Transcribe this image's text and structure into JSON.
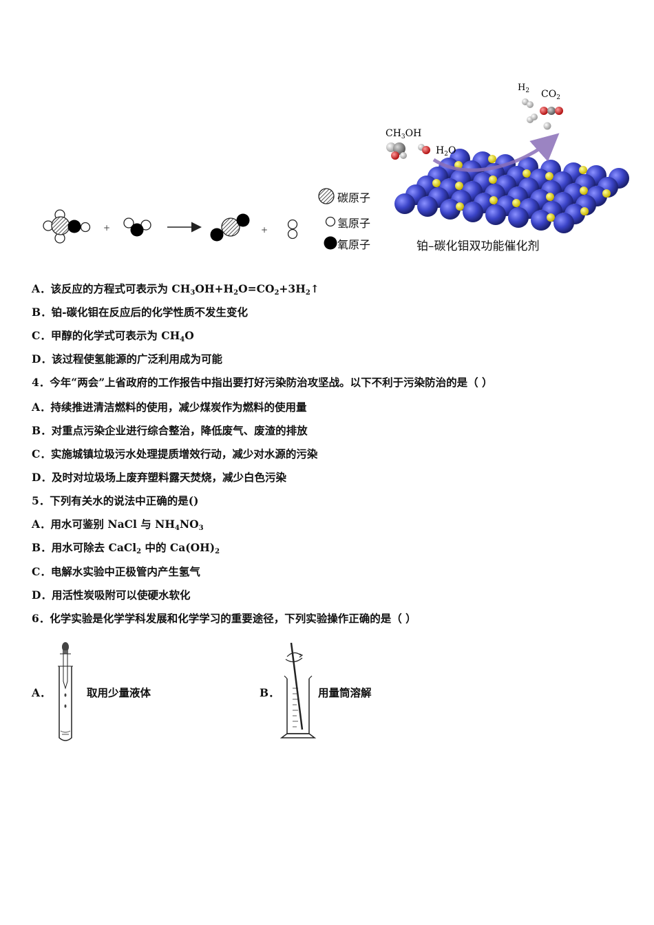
{
  "diagram": {
    "legend": {
      "carbon": "碳原子",
      "hydrogen": "氢原子",
      "oxygen": "氧原子"
    },
    "catalyst_labels": {
      "h2": "H",
      "h2_sub": "2",
      "co2": "CO",
      "co2_sub": "2",
      "ch3oh_a": "CH",
      "ch3oh_sub": "3",
      "ch3oh_b": "OH",
      "h2o_a": "H",
      "h2o_sub": "2",
      "h2o_b": "O",
      "caption": "铂–碳化钼双功能催化剂"
    },
    "plus_sign": "+"
  },
  "q3_options": {
    "A_prefix": "A．该反应的方程式可表示为 CH",
    "A_s1": "3",
    "A_mid1": "OH+H",
    "A_s2": "2",
    "A_mid2": "O=CO",
    "A_s3": "2",
    "A_mid3": "+3H",
    "A_s4": "2",
    "A_end": "↑",
    "B": "B．铂-碳化钼在反应后的化学性质不发生变化",
    "C_prefix": "C．甲醇的化学式可表示为 CH",
    "C_sub": "4",
    "C_end": "O",
    "D": "D．该过程使氢能源的广泛利用成为可能"
  },
  "q4": {
    "stem": "4．今年“两会”上省政府的工作报告中指出要打好污染防治攻坚战。以下不利于污染防治的是（    ）",
    "A": "A．持续推进清洁燃料的使用，减少煤炭作为燃料的使用量",
    "B": "B．对重点污染企业进行综合整治，降低废气、废渣的排放",
    "C": "C．实施城镇垃圾污水处理提质增效行动，减少对水源的污染",
    "D": "D．及时对垃圾场上废弃塑料露天焚烧，减少白色污染"
  },
  "q5": {
    "stem": "5．下列有关水的说法中正确的是()",
    "A_prefix": "A．用水可鉴别 NaCl 与 NH",
    "A_s1": "4",
    "A_mid": "NO",
    "A_s2": "3",
    "B_prefix": "B．用水可除去 CaCl",
    "B_s1": "2",
    "B_mid": " 中的 Ca(OH)",
    "B_s2": "2",
    "C": "C．电解水实验中正极管内产生氢气",
    "D": "D．用活性炭吸附可以使硬水软化"
  },
  "q6": {
    "stem": "6．化学实验是化学学科发展和化学学习的重要途径，下列实验操作正确的是（        ）",
    "A_letter": "A．",
    "A_text": "取用少量液体",
    "B_letter": "B．",
    "B_text": "用量筒溶解"
  },
  "colors": {
    "sphere_blue": "#3b44c8",
    "sphere_yellow": "#f2e022",
    "arrow_purple": "#8a6fb8"
  }
}
